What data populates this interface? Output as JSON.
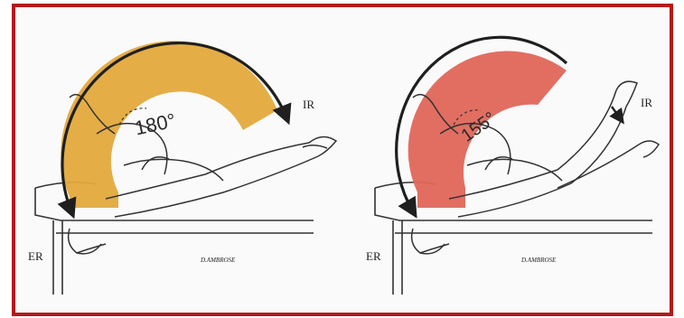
{
  "colors": {
    "border": "#b51818",
    "arc_left": "#e3a93c",
    "arc_right": "#e0665a",
    "ink": "#1f1f1f"
  },
  "left_panel": {
    "angle_label": "180°",
    "label_top": "IR",
    "label_bottom": "ER",
    "signature": "D.AMBROSE"
  },
  "right_panel": {
    "angle_label": "155°",
    "label_top": "IR",
    "label_bottom": "ER",
    "signature": "D.AMBROSE"
  }
}
